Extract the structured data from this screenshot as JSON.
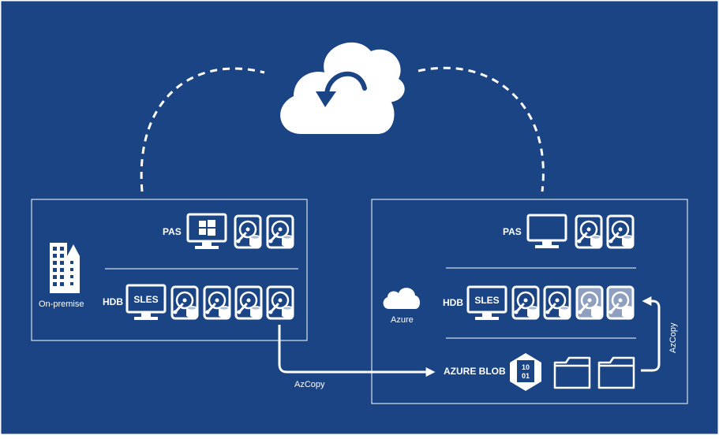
{
  "onprem": {
    "site_label": "On-premise",
    "pas_label": "PAS",
    "hdb_label": "HDB",
    "hdb_os": "SLES"
  },
  "azure": {
    "site_label": "Azure",
    "pas_label": "PAS",
    "hdb_label": "HDB",
    "hdb_os": "SLES",
    "blob_label": "AZURE BLOB",
    "blob_icon_text": "10\n01"
  },
  "transfers": {
    "to_blob_label": "AzCopy",
    "blob_to_hdb_label": "AzCopy"
  },
  "colors": {
    "background": "#1a4484",
    "line": "#ffffff",
    "disk_dim": "#8e9fbf"
  }
}
